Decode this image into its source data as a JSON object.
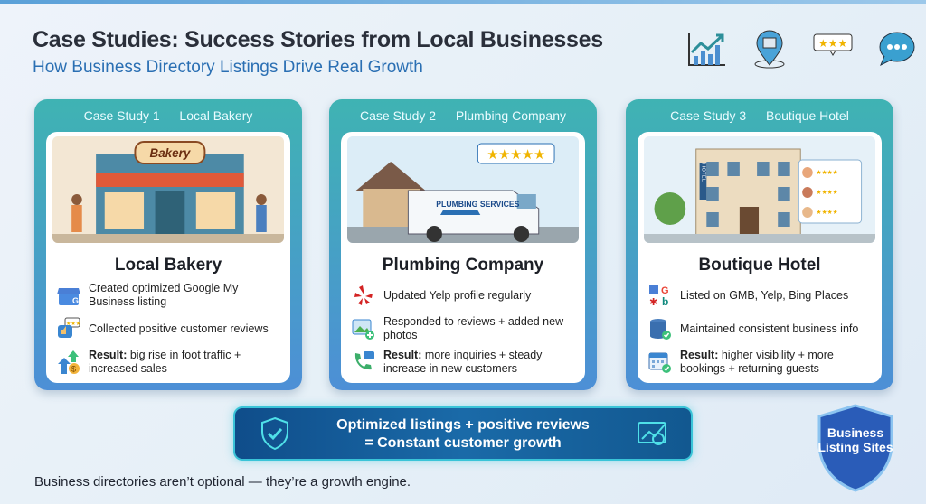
{
  "title": "Case Studies: Success Stories from Local Businesses",
  "subtitle": "How Business Directory Listings Drive Real Growth",
  "header_icons": [
    "growth-chart-icon",
    "location-pin-store-icon",
    "star-review-icon",
    "chat-bubble-icon"
  ],
  "cards": [
    {
      "header": "Case Study 1 — Local Bakery",
      "image_sign": "Bakery",
      "title": "Local Bakery",
      "items": [
        {
          "icon": "google-my-business-icon",
          "text": "Created optimized Google My Business listing"
        },
        {
          "icon": "review-thumbs-up-icon",
          "text": "Collected positive customer reviews"
        },
        {
          "icon": "growth-arrows-dollar-icon",
          "label": "Result:",
          "text": " big rise in foot traffic + increased sales"
        }
      ]
    },
    {
      "header": "Case Study 2 — Plumbing Company",
      "image_sign": "PLUMBING SERVICES",
      "title": "Plumbing Company",
      "items": [
        {
          "icon": "yelp-icon",
          "text": "Updated Yelp profile regularly"
        },
        {
          "icon": "photo-add-icon",
          "text": "Responded to reviews + added new photos"
        },
        {
          "icon": "phone-chat-icon",
          "label": "Result:",
          "text": " more inquiries + steady increase in new customers"
        }
      ]
    },
    {
      "header": "Case Study 3 — Boutique Hotel",
      "image_sign": "HOTEL",
      "title": "Boutique Hotel",
      "items": [
        {
          "icon": "directory-logos-icon",
          "text": "Listed on GMB, Yelp, Bing Places"
        },
        {
          "icon": "database-check-icon",
          "text": "Maintained consistent business info"
        },
        {
          "icon": "calendar-check-icon",
          "label": "Result:",
          "text": " higher visibility + more bookings + returning guests"
        }
      ]
    }
  ],
  "banner": {
    "line1": "Optimized listings + positive reviews",
    "line2": "= Constant customer growth"
  },
  "badge": "Business Listing Sites",
  "footer": "Business directories aren’t optional — they’re a growth engine.",
  "colors": {
    "title": "#2a2f3a",
    "subtitle": "#2a6fb3",
    "card_gradient_top": "#3fb3b3",
    "card_gradient_bottom": "#4d8fd6",
    "banner": "#1a6aa8"
  }
}
